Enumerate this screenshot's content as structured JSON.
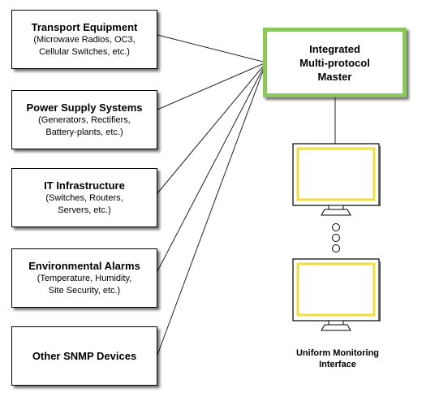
{
  "sources": [
    {
      "title": "Transport Equipment",
      "desc": [
        "(Microwave Radios, OC3,",
        "Cellular Switches, etc.)"
      ]
    },
    {
      "title": "Power Supply Systems",
      "desc": [
        "(Generators, Rectifiers,",
        "Battery-plants, etc.)"
      ]
    },
    {
      "title": "IT Infrastructure",
      "desc": [
        "(Switches, Routers,",
        "Servers, etc.)"
      ]
    },
    {
      "title": "Environmental Alarms",
      "desc": [
        "(Temperature, Humidity,",
        "Site Security, etc.)"
      ]
    },
    {
      "title": "Other SNMP Devices",
      "desc": []
    }
  ],
  "master": {
    "lines": [
      "Integrated",
      "Multi-protocol",
      "Master"
    ]
  },
  "monitoring": {
    "caption": [
      "Uniform Monitoring",
      "Interface"
    ]
  },
  "colors": {
    "master_border": "#8dc55e",
    "screen_border": "#f2de3a"
  }
}
